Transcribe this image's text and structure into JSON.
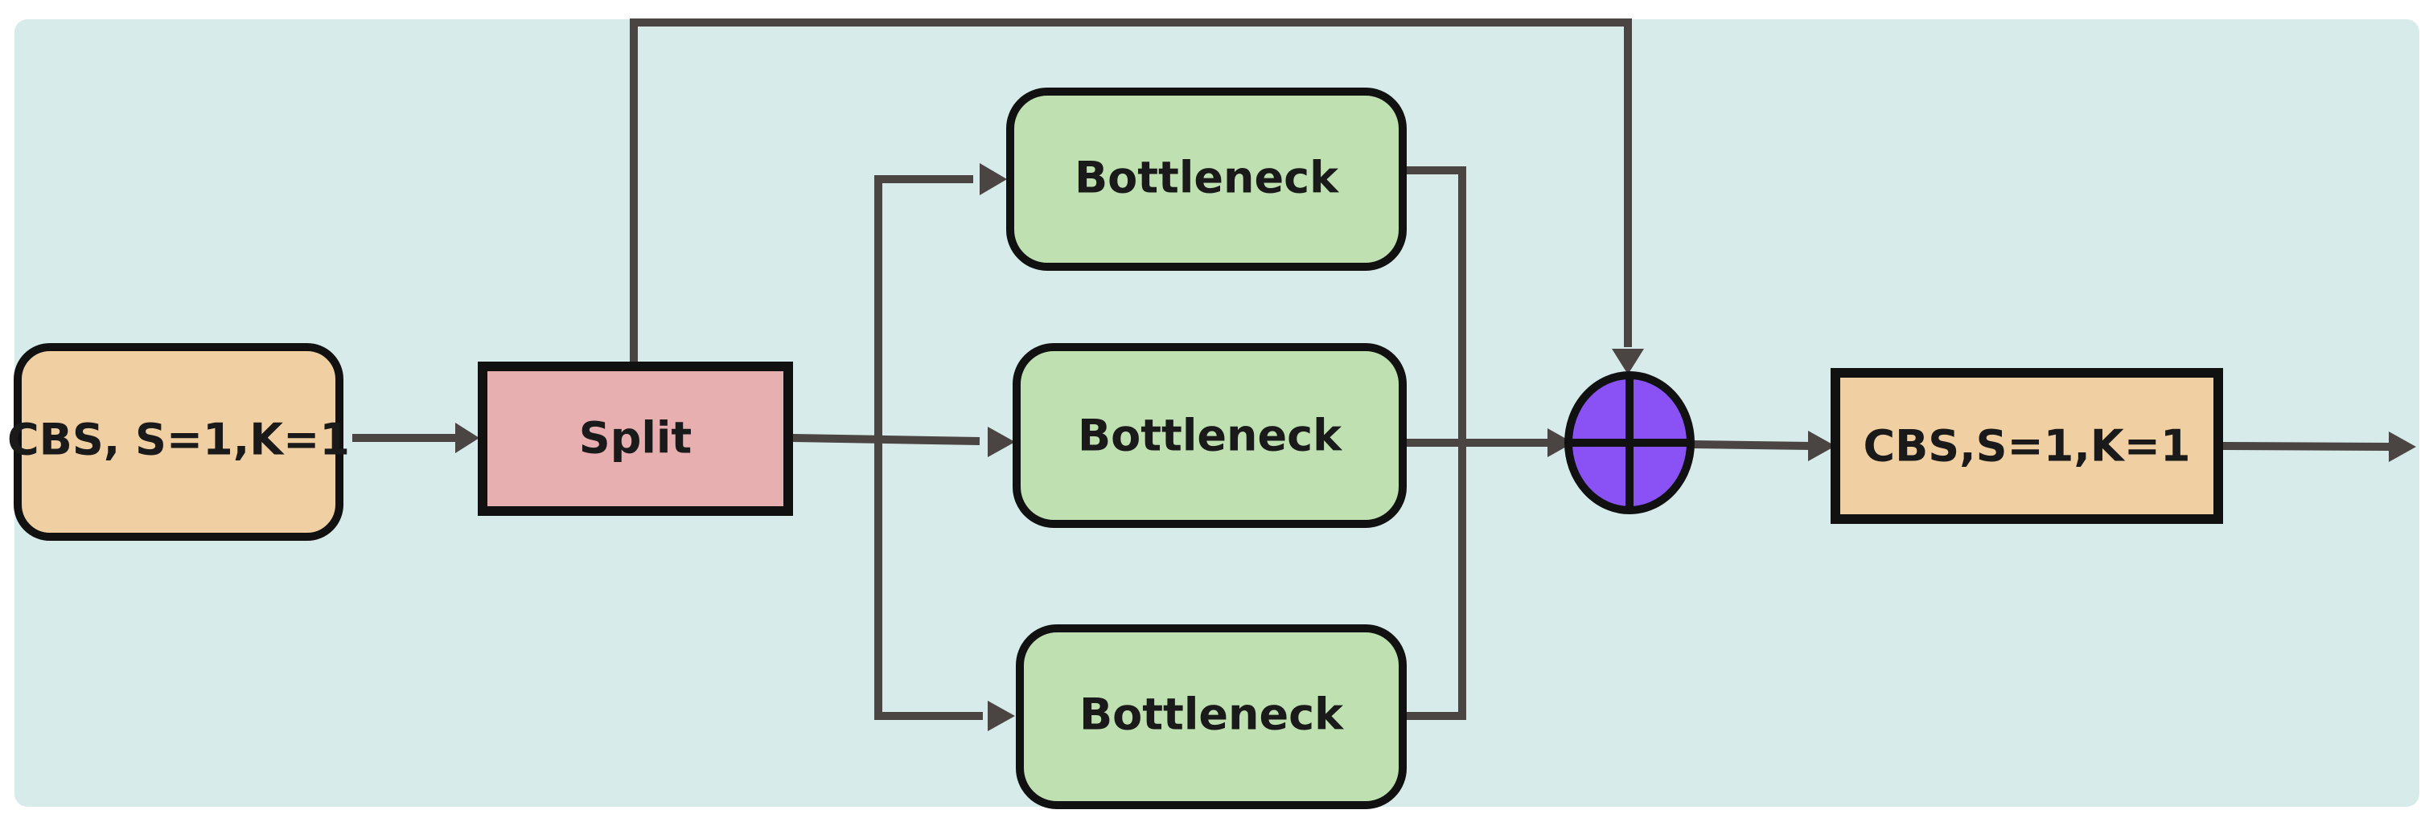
{
  "nodes": {
    "cbs_in": {
      "label": "CBS, S=1,K=1"
    },
    "split": {
      "label": "Split"
    },
    "bottleneck_top": {
      "label": "Bottleneck"
    },
    "bottleneck_mid": {
      "label": "Bottleneck"
    },
    "bottleneck_bot": {
      "label": "Bottleneck"
    },
    "cbs_out": {
      "label": "CBS,S=1,K=1"
    }
  },
  "colors": {
    "background": "#d6ebea",
    "cbs": "#f0cfa3",
    "split": "#e8afb0",
    "bottleneck": "#bfe0b1",
    "add": "#8a52f5",
    "border": "#111111",
    "connector": "#4a4543"
  }
}
